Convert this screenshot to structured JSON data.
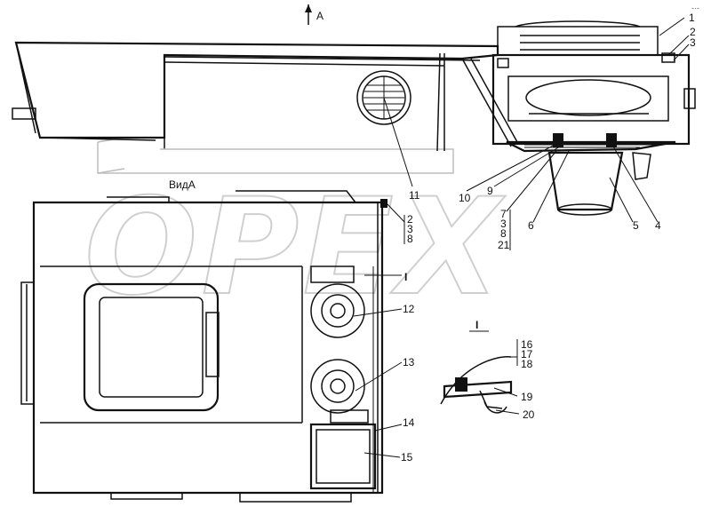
{
  "view_arrow_label": "A",
  "view_title": "ВидА",
  "section_mark": "I",
  "section_detail_label": "I",
  "watermark": "OPEX",
  "corner_mark": "-·-",
  "callouts": {
    "c1": "1",
    "c2": "2",
    "c3": "3",
    "c4": "4",
    "c5": "5",
    "c6": "6",
    "c9": "9",
    "c10": "10",
    "c11": "11",
    "c12": "12",
    "c13": "13",
    "c14": "14",
    "c15": "15",
    "c19": "19",
    "c20": "20",
    "group_7_8_21": [
      "7",
      "3",
      "8",
      "21"
    ],
    "group_2_3_8": [
      "2",
      "3",
      "8"
    ],
    "group_16_17_18": [
      "16",
      "17",
      "18"
    ]
  }
}
